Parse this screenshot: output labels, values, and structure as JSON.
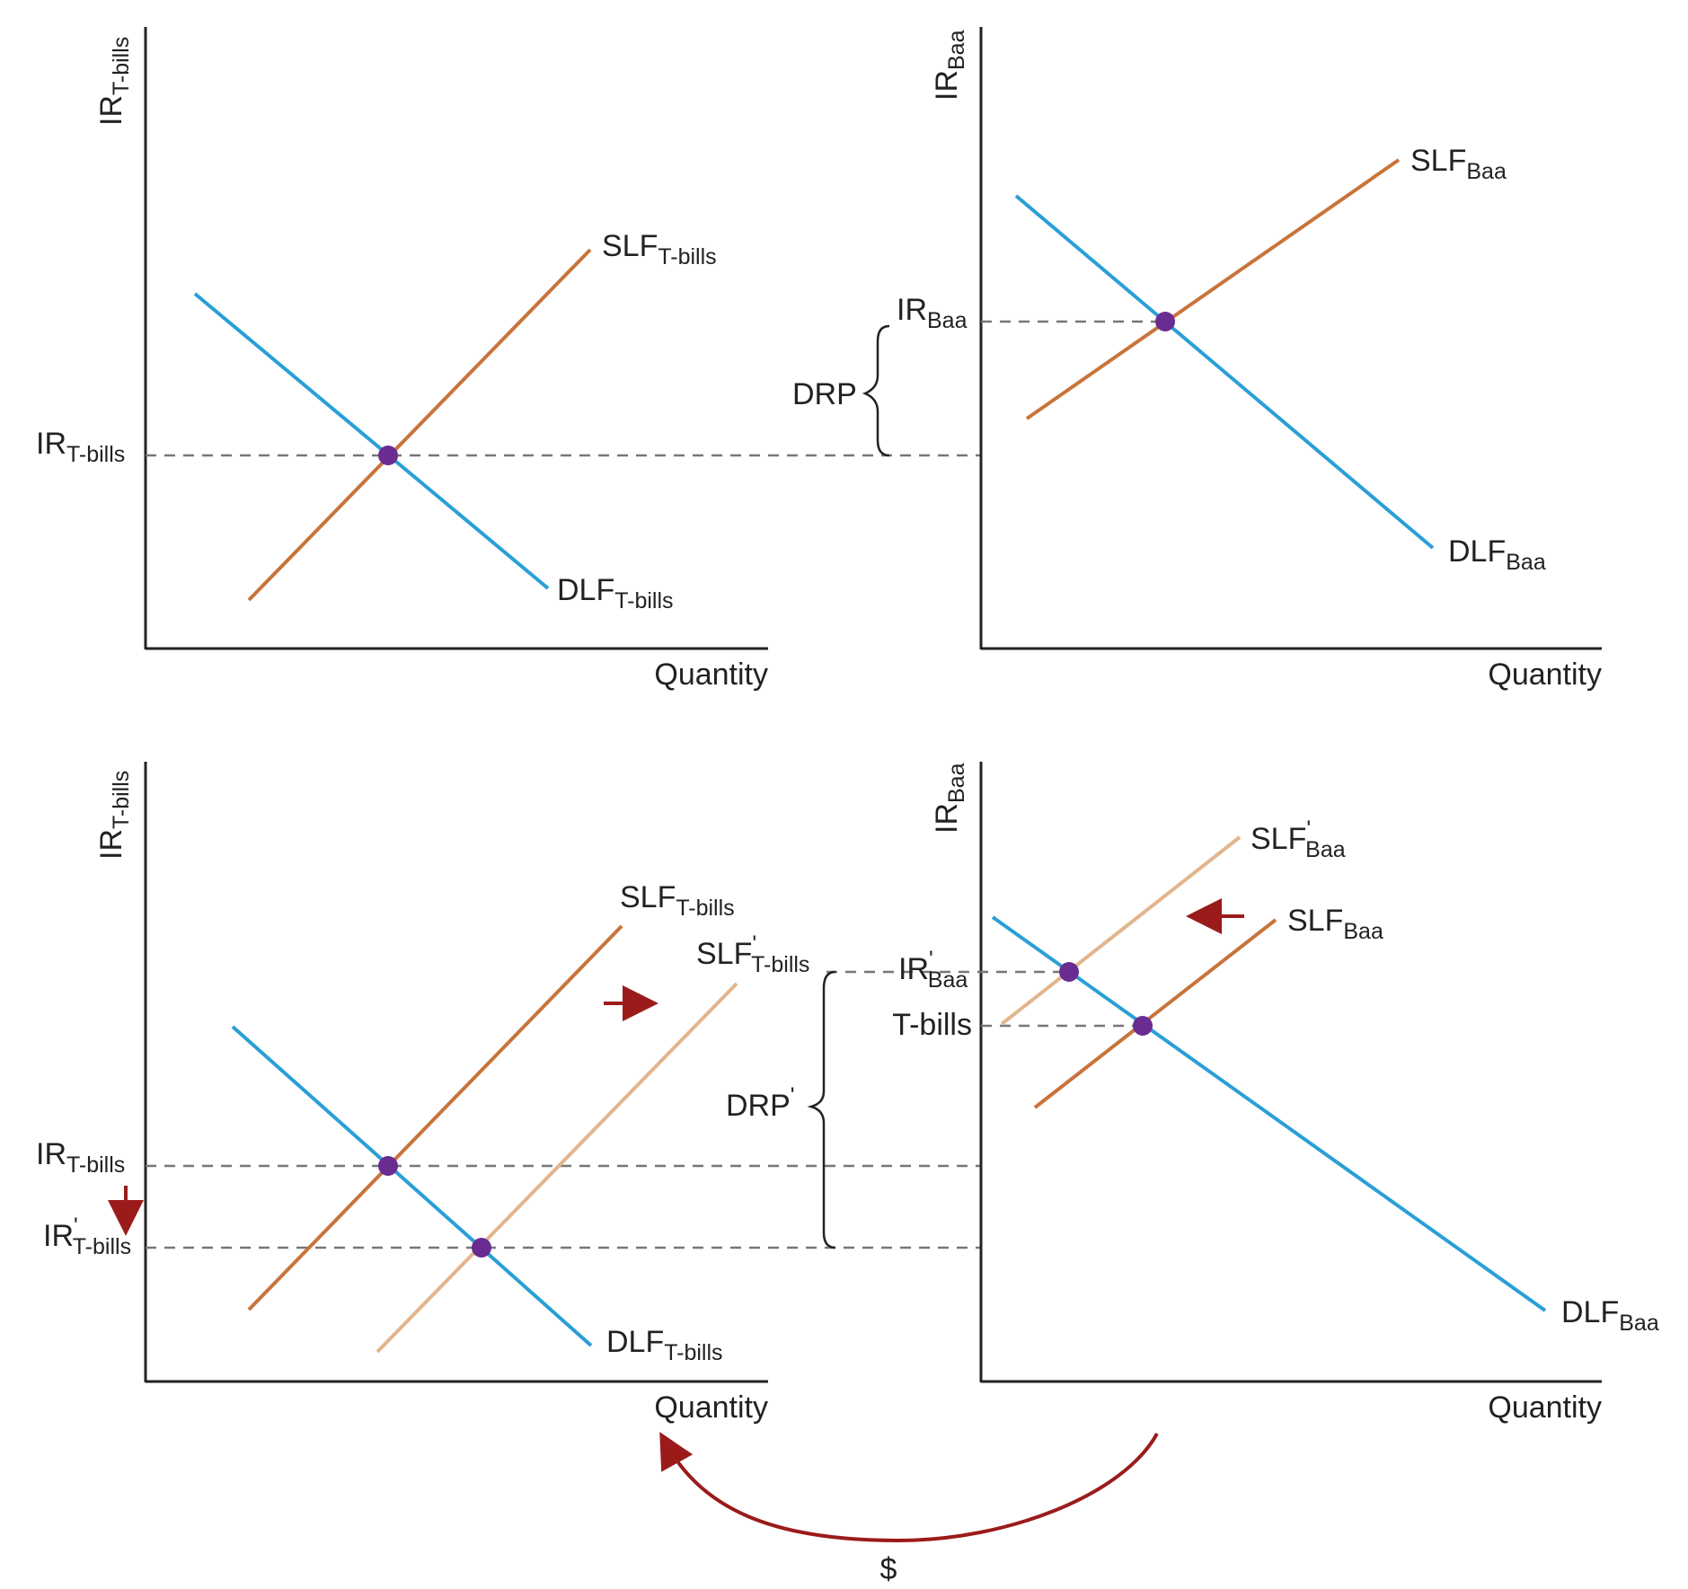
{
  "colors": {
    "demand": "#2a9fd6",
    "supply": "#c8743a",
    "supply_shifted": "#e2b58d",
    "equilibrium": "#6a2c91",
    "arrow": "#9b1b1b",
    "dashed": "#777777",
    "axis": "#222222"
  },
  "quantity_label": "Quantity",
  "top_left": {
    "y_axis": {
      "base": "IR",
      "sub": "T-bills"
    },
    "ir_label": {
      "base": "IR",
      "sub": "T-bills"
    },
    "supply_label": {
      "base": "SLF",
      "sub": "T-bills"
    },
    "demand_label": {
      "base": "DLF",
      "sub": "T-bills"
    }
  },
  "top_right": {
    "y_axis": {
      "base": "IR",
      "sub": "Baa"
    },
    "ir_label": {
      "base": "IR",
      "sub": "Baa"
    },
    "supply_label": {
      "base": "SLF",
      "sub": "Baa"
    },
    "demand_label": {
      "base": "DLF",
      "sub": "Baa"
    },
    "bracket_label": "DRP"
  },
  "bottom_left": {
    "y_axis": {
      "base": "IR",
      "sub": "T-bills"
    },
    "ir_label": {
      "base": "IR",
      "sub": "T-bills"
    },
    "ir_new_label": {
      "base": "IR",
      "prime": "'",
      "sub": "T-bills"
    },
    "supply_label": {
      "base": "SLF",
      "sub": "T-bills"
    },
    "supply_new_label": {
      "base": "SLF",
      "prime": "'",
      "sub": "T-bills"
    },
    "demand_label": {
      "base": "DLF",
      "sub": "T-bills"
    }
  },
  "bottom_right": {
    "y_axis": {
      "base": "IR",
      "sub": "Baa"
    },
    "ir_new_label": {
      "base": "IR",
      "prime": "'",
      "sub": "Baa"
    },
    "tbills_label": "T-bills",
    "supply_label": {
      "base": "SLF",
      "sub": "Baa"
    },
    "supply_new_label": {
      "base": "SLF",
      "prime": "'",
      "sub": "Baa"
    },
    "demand_label": {
      "base": "DLF",
      "sub": "Baa"
    },
    "bracket_label": "DRP'"
  },
  "flow_label": "$"
}
